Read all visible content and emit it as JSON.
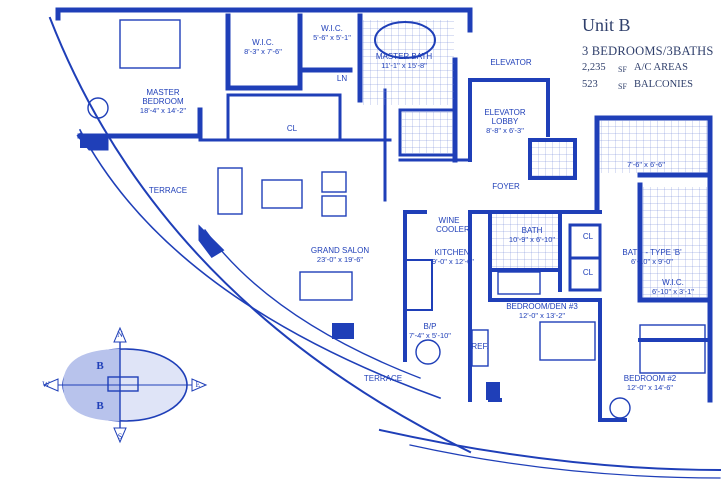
{
  "unit": {
    "title": "Unit B",
    "bedrooms_baths": "3 BEDROOMS/3BATHS",
    "areas": [
      {
        "value": "2,235",
        "unit": "SF",
        "label": "A/C AREAS"
      },
      {
        "value": "523",
        "unit": "SF",
        "label": "BALCONIES"
      }
    ]
  },
  "rooms": {
    "master_bedroom": {
      "name": "MASTER BEDROOM",
      "dims": "18'-4\" x 14'-2\""
    },
    "wic_master": {
      "name": "W.I.C.",
      "dims": "8'-3\" x 7'-6\""
    },
    "wic_small": {
      "name": "W.I.C.",
      "dims": "5'-6\" x 5'-1\""
    },
    "master_bath": {
      "name": "MASTER BATH",
      "dims": "11'-1\" x 15'-8\""
    },
    "ln": "LN",
    "cl_master": "CL",
    "elevator": "ELEVATOR",
    "elevator_lobby": {
      "name": "ELEVATOR LOBBY",
      "dims": "8'-8\" x 6'-3\""
    },
    "foyer": "FOYER",
    "terrace_west": "TERRACE",
    "terrace_south": "TERRACE",
    "grand_salon": {
      "name": "GRAND SALON",
      "dims": "23'-0\" x 19'-6\""
    },
    "kitchen": {
      "name": "KITCHEN",
      "dims": "9'-0\" x 12'-0\""
    },
    "wine_cooler": "WINE COOLER",
    "bp": {
      "name": "B/P",
      "dims": "7'-4\" x 5'-10\""
    },
    "ref": "REF.",
    "bath": {
      "name": "BATH",
      "dims": "10'-9\" x 6'-10\""
    },
    "cl_hall_1": "CL",
    "cl_hall_2": "CL",
    "bedroom_den_3": {
      "name": "BEDROOM/DEN #3",
      "dims": "12'-0\" x 13'-2\""
    },
    "balcony_small": {
      "dims": "7'-6\" x 6'-6\""
    },
    "bath_type_b": {
      "name": "BATH - TYPE 'B'",
      "dims": "6'-10\" x 9'-0\""
    },
    "wic_bedroom2": {
      "name": "W.I.C.",
      "dims": "6'-10\" x 3'-1\""
    },
    "bedroom_2": {
      "name": "BEDROOM #2",
      "dims": "12'-0\" x 14'-6\""
    }
  },
  "compass": {
    "n": "N",
    "s": "S",
    "e": "E",
    "w": "W",
    "units": [
      "B",
      "B"
    ]
  },
  "colors": {
    "wall": "#1f3fb8",
    "fill_light": "#eef1fb",
    "key_fill": "#dfe4f7",
    "text_dark": "#2f3f6b"
  }
}
